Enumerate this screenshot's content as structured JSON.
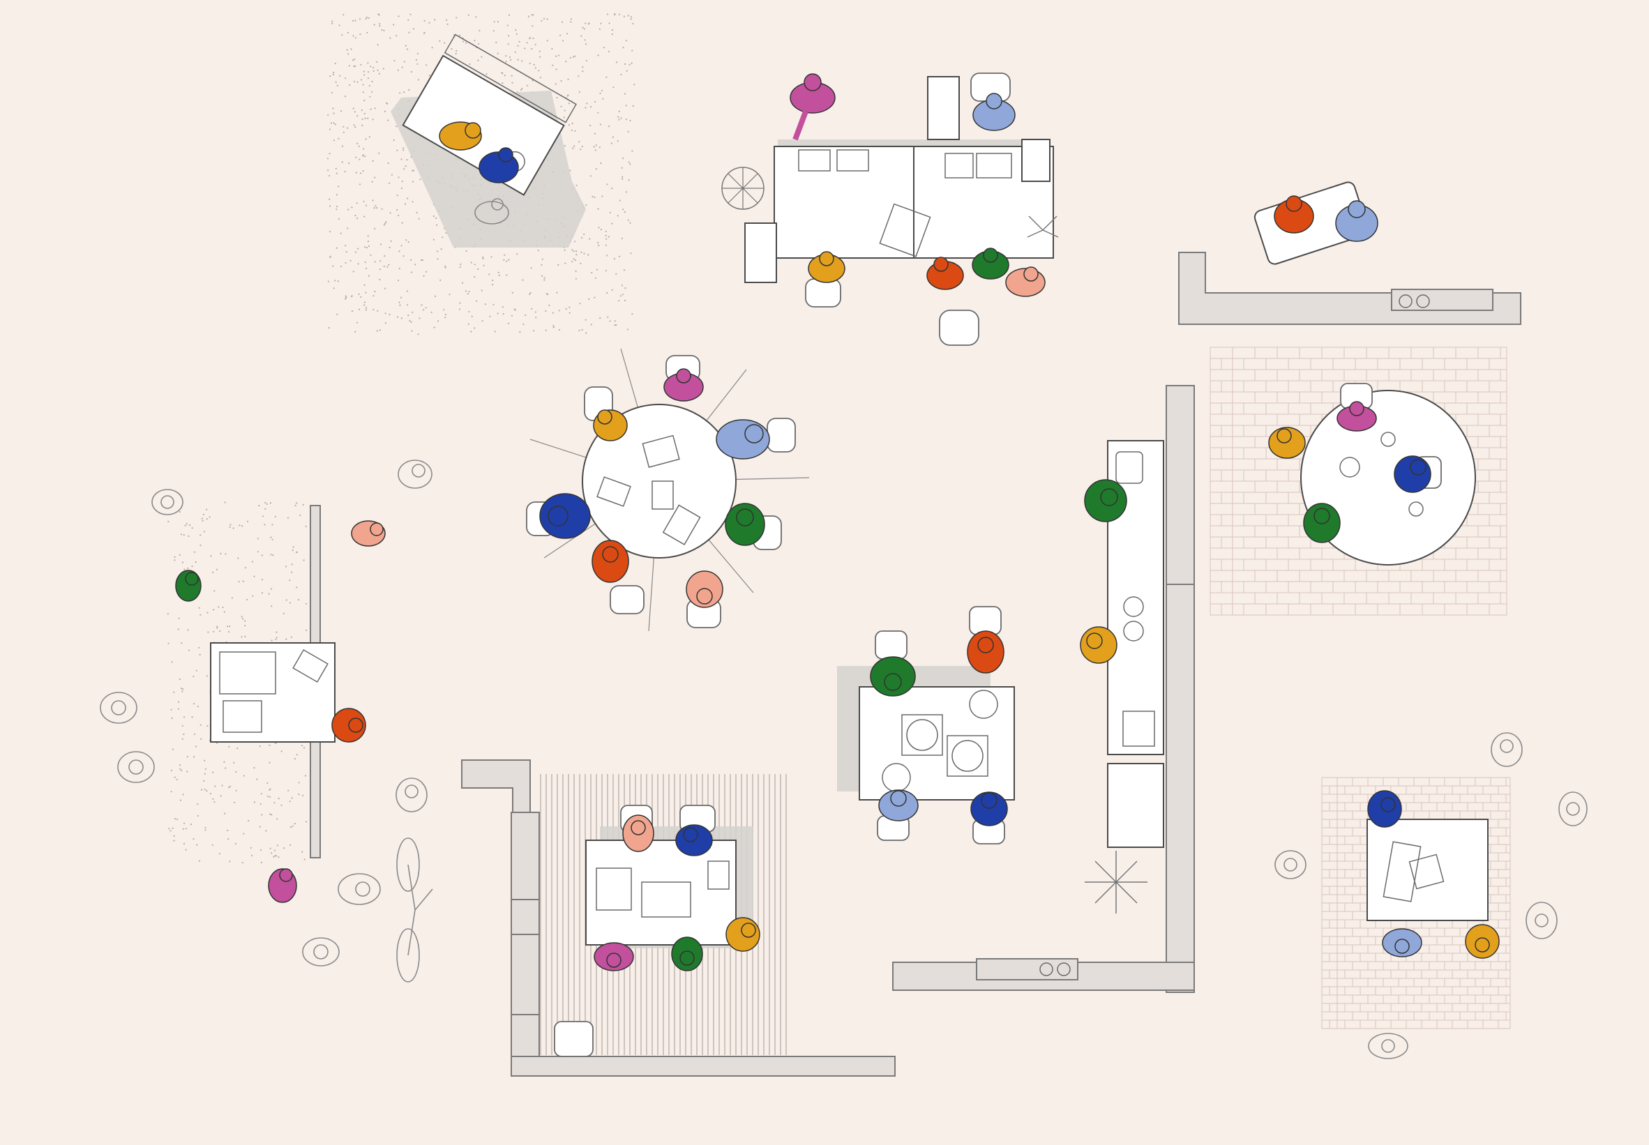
{
  "palette": {
    "background": "#f8efe9",
    "pink": "#c2509c",
    "yellow": "#e3a01c",
    "blue": "#1f3ea8",
    "light_blue": "#8fa8d9",
    "green": "#1f7a2c",
    "orange": "#db4a12",
    "salmon": "#f2a58e",
    "wall_fill": "#e4dedb"
  },
  "zones": [
    {
      "id": "workbench",
      "people": [
        "yellow",
        "blue"
      ]
    },
    {
      "id": "office-desks",
      "people": [
        "pink",
        "light_blue",
        "yellow",
        "orange",
        "green",
        "salmon"
      ]
    },
    {
      "id": "sofa",
      "people": [
        "orange",
        "light_blue"
      ]
    },
    {
      "id": "round-meeting-table",
      "people": [
        "pink",
        "yellow",
        "light_blue",
        "blue",
        "green",
        "orange",
        "salmon"
      ]
    },
    {
      "id": "cafe-table",
      "people": [
        "pink",
        "yellow",
        "blue",
        "green"
      ]
    },
    {
      "id": "kitchen-counter",
      "people": [
        "green",
        "yellow"
      ]
    },
    {
      "id": "dining-table",
      "people": [
        "green",
        "orange",
        "light_blue",
        "blue"
      ]
    },
    {
      "id": "sketch-table",
      "people": [
        "orange"
      ]
    },
    {
      "id": "terrace-room",
      "people": [
        "salmon",
        "blue",
        "yellow",
        "pink",
        "green"
      ]
    },
    {
      "id": "plaza-table",
      "people": [
        "blue",
        "light_blue",
        "yellow"
      ]
    },
    {
      "id": "street",
      "people": [
        "pink",
        "salmon",
        "green"
      ]
    }
  ],
  "icons": [
    "person-icon",
    "chair-icon",
    "table-icon",
    "plant-icon",
    "bicycle-icon",
    "laptop-icon",
    "sink-icon",
    "stove-icon"
  ]
}
